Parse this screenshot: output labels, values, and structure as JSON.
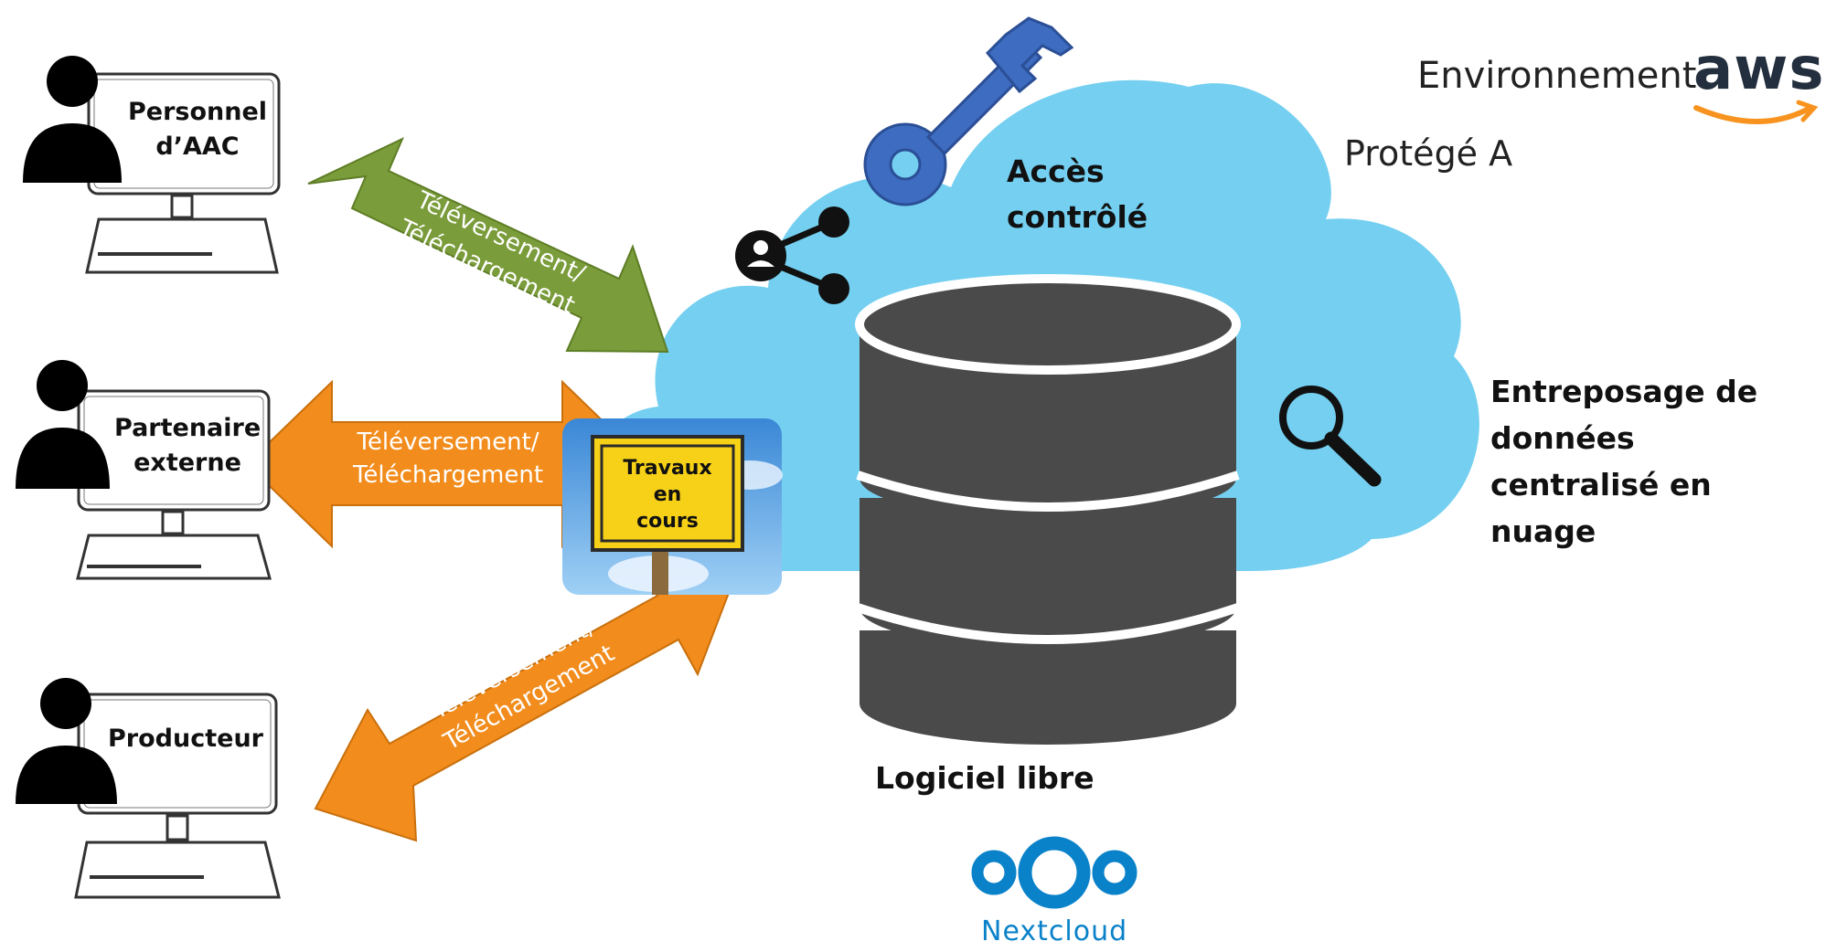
{
  "environment": {
    "label": "Environnement",
    "brand": "aws",
    "classification": "Protégé A"
  },
  "users": [
    {
      "line1": "Personnel",
      "line2": "d’AAC"
    },
    {
      "line1": "Partenaire",
      "line2": "externe"
    },
    {
      "line1": "Producteur",
      "line2": ""
    }
  ],
  "transfer": {
    "line1": "Téléversement/",
    "line2": "Téléchargement"
  },
  "sign": {
    "line1": "Travaux",
    "line2": "en",
    "line3": "cours"
  },
  "cloud": {
    "access_line1": "Accès",
    "access_line2": "contrôlé",
    "storage_line1": "Entreposage de",
    "storage_line2": "données",
    "storage_line3": "centralisé en",
    "storage_line4": "nuage"
  },
  "software": {
    "label": "Logiciel libre",
    "product": "Nextcloud"
  },
  "colors": {
    "cloud": "#74cff0",
    "database": "#4a4a4a",
    "arrow_green": "#7a9c3a",
    "arrow_orange": "#f28c1c",
    "key": "#3d6cc0",
    "nextcloud": "#0a82c9",
    "aws_orange": "#f7931e",
    "sign_yellow": "#f7d117"
  }
}
